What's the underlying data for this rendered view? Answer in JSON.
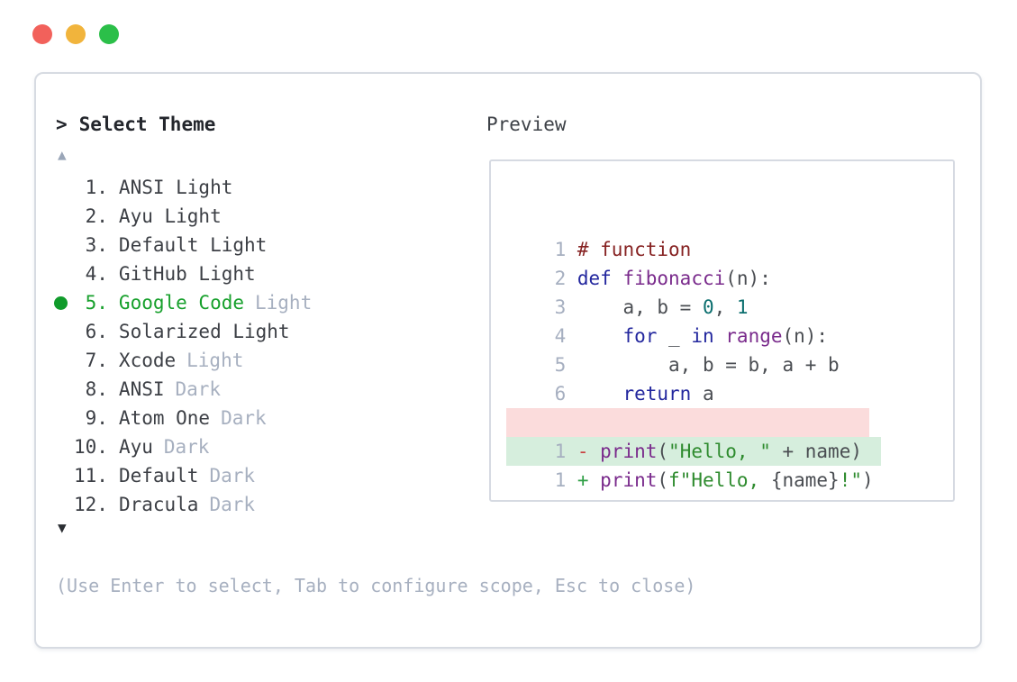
{
  "window_controls": {
    "close_color": "#f2615b",
    "minimize_color": "#f1b43c",
    "zoom_color": "#2bbf49"
  },
  "header": {
    "prompt_symbol": ">",
    "title": "Select Theme"
  },
  "scroll": {
    "up_symbol": "▲",
    "down_symbol": "▼"
  },
  "theme_list": {
    "selected_number": "5.",
    "items": [
      {
        "number": "1.",
        "name": "ANSI Light",
        "suffix": "",
        "selected": false
      },
      {
        "number": "2.",
        "name": "Ayu Light",
        "suffix": "",
        "selected": false
      },
      {
        "number": "3.",
        "name": "Default Light",
        "suffix": "",
        "selected": false
      },
      {
        "number": "4.",
        "name": "GitHub Light",
        "suffix": "",
        "selected": false
      },
      {
        "number": "5.",
        "name": "Google Code",
        "suffix": "Light",
        "selected": true
      },
      {
        "number": "6.",
        "name": "Solarized Light",
        "suffix": "",
        "selected": false
      },
      {
        "number": "7.",
        "name": "Xcode",
        "suffix": "Light",
        "selected": false
      },
      {
        "number": "8.",
        "name": "ANSI",
        "suffix": "Dark",
        "selected": false
      },
      {
        "number": "9.",
        "name": "Atom One",
        "suffix": "Dark",
        "selected": false
      },
      {
        "number": "10.",
        "name": "Ayu",
        "suffix": "Dark",
        "selected": false
      },
      {
        "number": "11.",
        "name": "Default",
        "suffix": "Dark",
        "selected": false
      },
      {
        "number": "12.",
        "name": "Dracula",
        "suffix": "Dark",
        "selected": false
      }
    ]
  },
  "preview": {
    "label": "Preview",
    "code_lines": [
      {
        "num": "1",
        "diff": "",
        "tokens": [
          {
            "t": "comment",
            "v": "# function"
          }
        ]
      },
      {
        "num": "2",
        "diff": "",
        "tokens": [
          {
            "t": "kw",
            "v": "def"
          },
          {
            "t": "plain",
            "v": " "
          },
          {
            "t": "fn",
            "v": "fibonacci"
          },
          {
            "t": "plain",
            "v": "(n):"
          }
        ]
      },
      {
        "num": "3",
        "diff": "",
        "tokens": [
          {
            "t": "plain",
            "v": "    a, b = "
          },
          {
            "t": "num",
            "v": "0"
          },
          {
            "t": "plain",
            "v": ", "
          },
          {
            "t": "num",
            "v": "1"
          }
        ]
      },
      {
        "num": "4",
        "diff": "",
        "tokens": [
          {
            "t": "plain",
            "v": "    "
          },
          {
            "t": "kw",
            "v": "for"
          },
          {
            "t": "plain",
            "v": " _ "
          },
          {
            "t": "kw",
            "v": "in"
          },
          {
            "t": "plain",
            "v": " "
          },
          {
            "t": "fn",
            "v": "range"
          },
          {
            "t": "plain",
            "v": "(n):"
          }
        ]
      },
      {
        "num": "5",
        "diff": "",
        "tokens": [
          {
            "t": "plain",
            "v": "        a, b = b, a + b"
          }
        ]
      },
      {
        "num": "6",
        "diff": "",
        "tokens": [
          {
            "t": "plain",
            "v": "    "
          },
          {
            "t": "kw",
            "v": "return"
          },
          {
            "t": "plain",
            "v": " a"
          }
        ]
      },
      {
        "num": "",
        "diff": "",
        "tokens": []
      },
      {
        "num": "1",
        "diff": "removed",
        "tokens": [
          {
            "t": "minus",
            "v": "- "
          },
          {
            "t": "fn",
            "v": "print"
          },
          {
            "t": "plain",
            "v": "("
          },
          {
            "t": "str",
            "v": "\"Hello, \""
          },
          {
            "t": "plain",
            "v": " + name)"
          }
        ]
      },
      {
        "num": "1",
        "diff": "added",
        "tokens": [
          {
            "t": "plus",
            "v": "+ "
          },
          {
            "t": "fn",
            "v": "print"
          },
          {
            "t": "plain",
            "v": "("
          },
          {
            "t": "str",
            "v": "f\"Hello, "
          },
          {
            "t": "plain",
            "v": "{name}"
          },
          {
            "t": "str",
            "v": "!\""
          },
          {
            "t": "plain",
            "v": ")"
          }
        ]
      }
    ]
  },
  "footer": {
    "hint": "(Use Enter to select, Tab to configure scope, Esc to close)"
  },
  "colors": {
    "accent_green": "#17a02c",
    "selection_dot": "#109b2b",
    "muted_text": "#a7b0c0",
    "dark_text": "#3c3f45",
    "comment": "#862222",
    "keyword": "#23279e",
    "function_name": "#7a2b8c",
    "number_literal": "#0a6e6e",
    "string": "#2e8b2e",
    "diff_removed_bg": "#fbdcdc",
    "diff_added_bg": "#d6eedd",
    "diff_minus": "#c94040",
    "diff_plus": "#2e9e44"
  }
}
